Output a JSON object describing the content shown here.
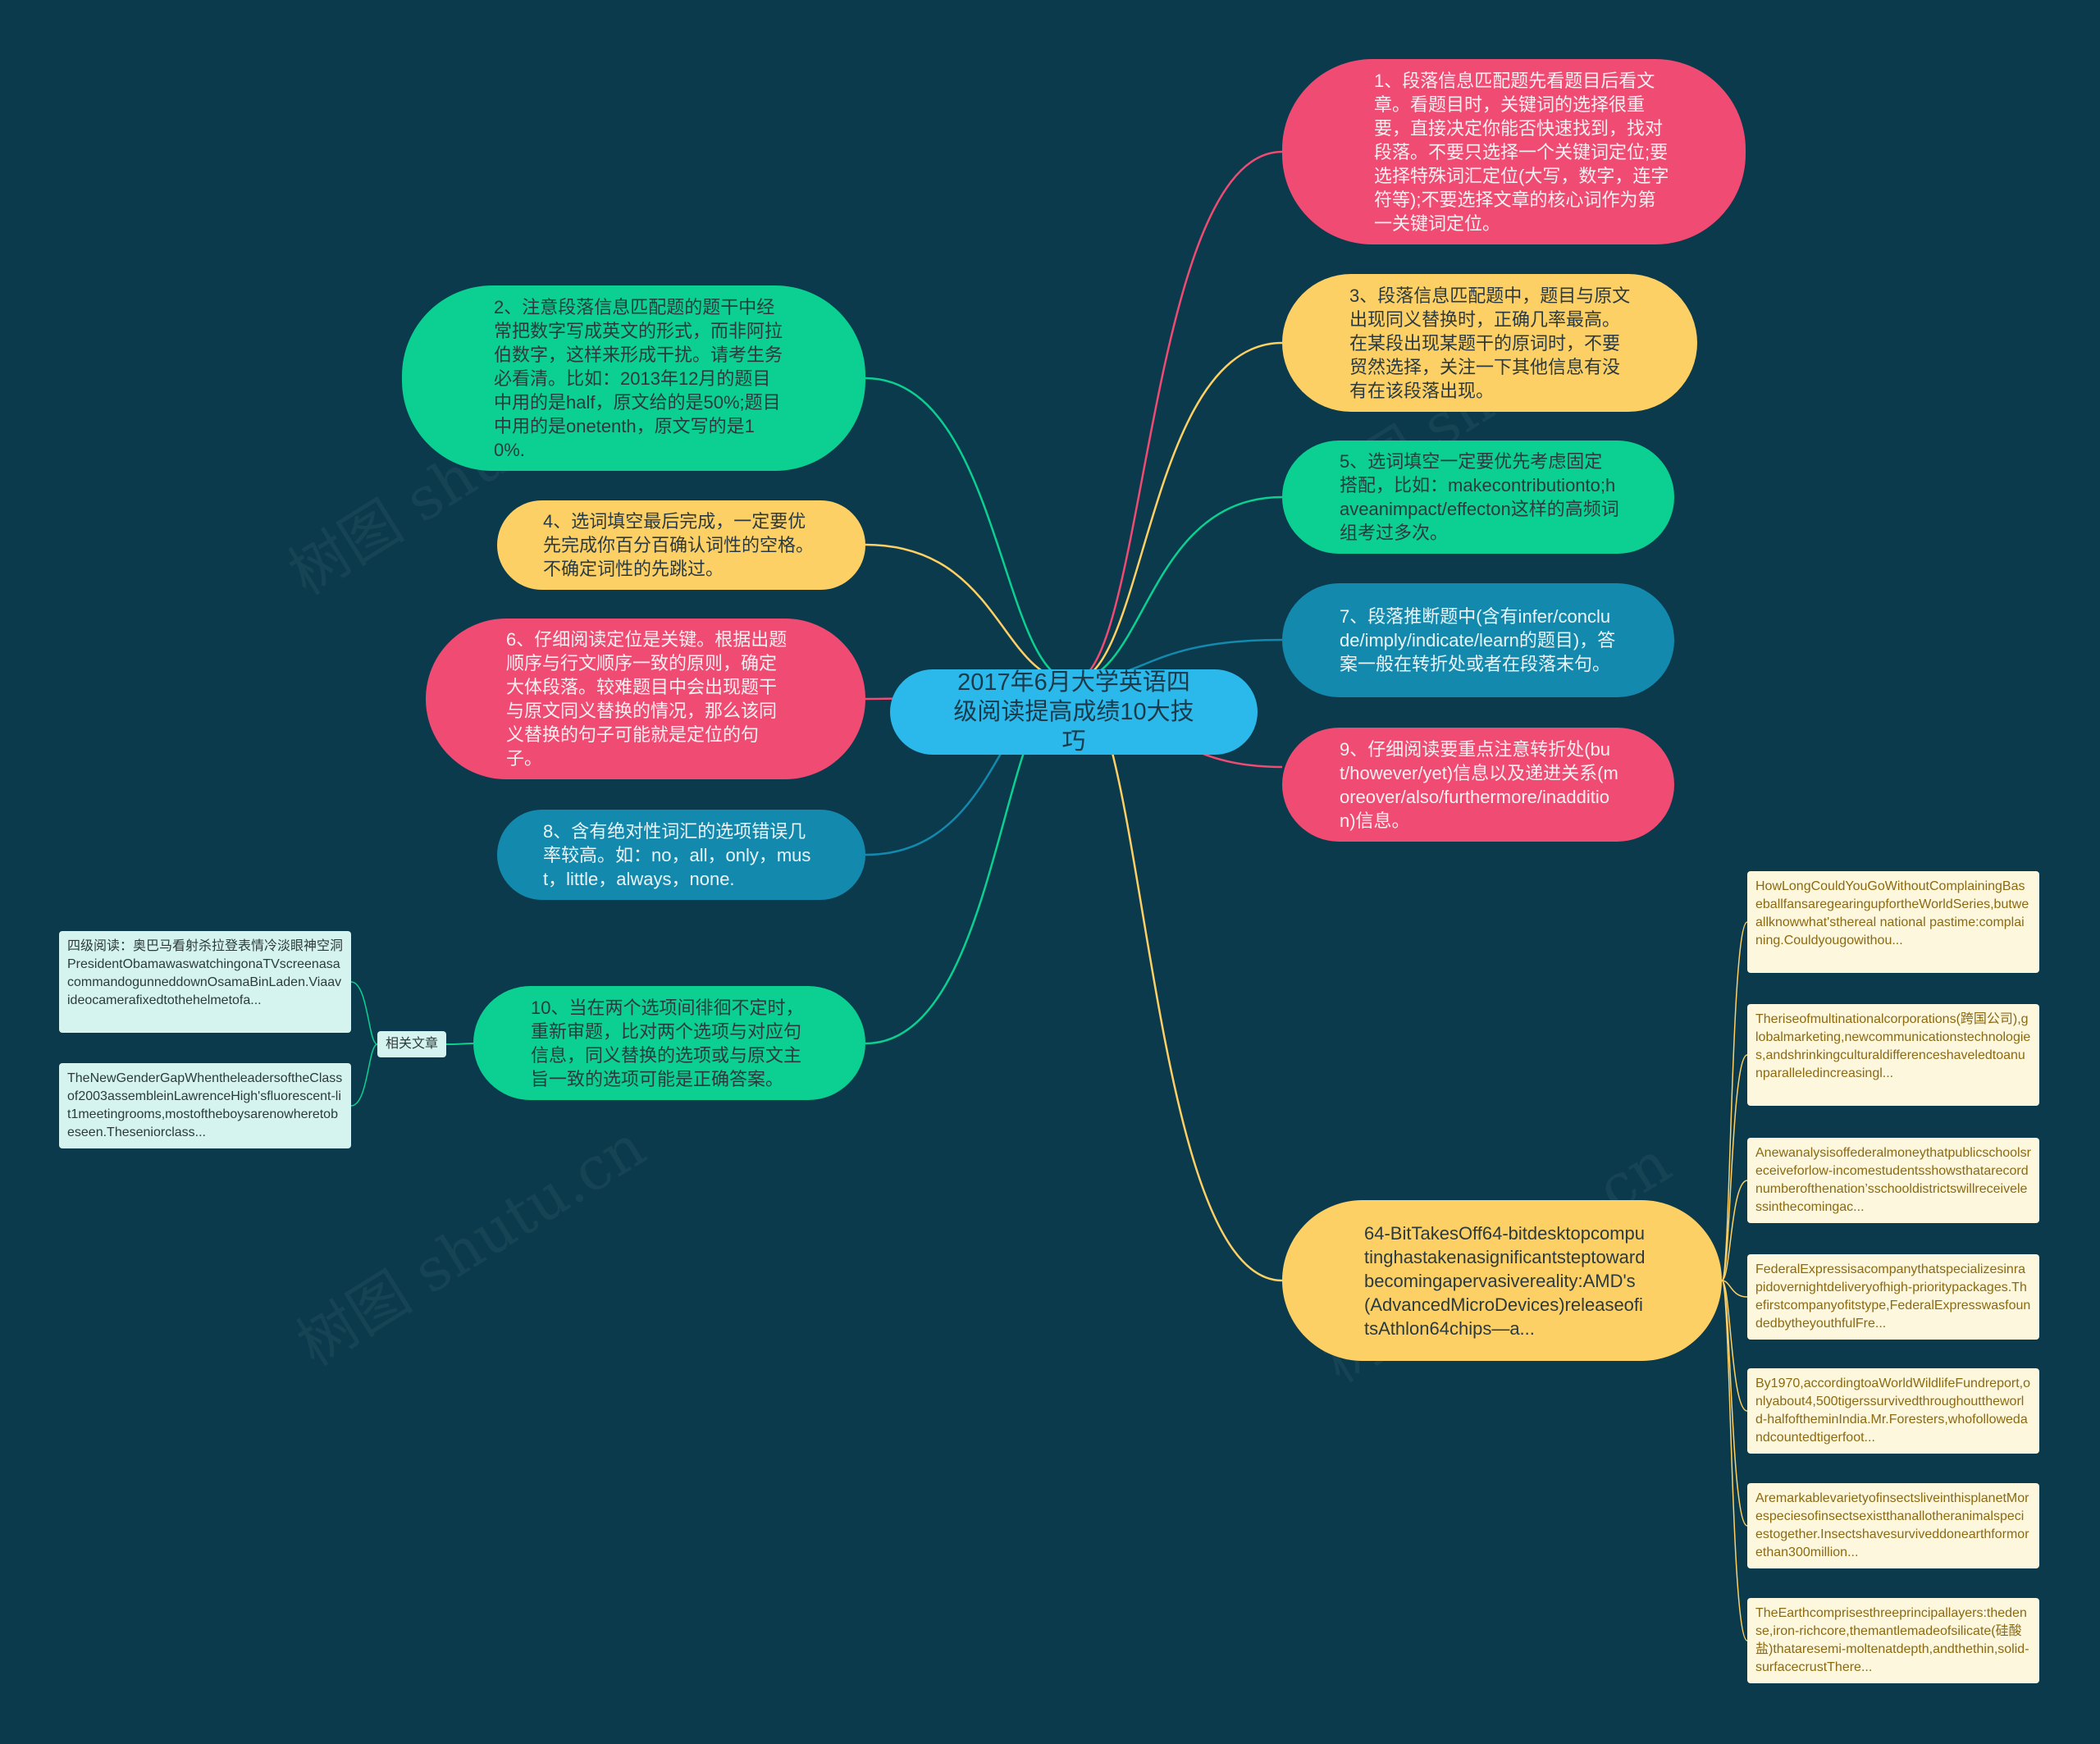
{
  "center": {
    "title": "2017年6月大学英语四级阅读提高成绩10大技巧"
  },
  "right_nodes": [
    {
      "text": "1、段落信息匹配题先看题目后看文章。看题目时，关键词的选择很重要，直接决定你能否快速找到，找对段落。不要只选择一个关键词定位;要选择特殊词汇定位(大写，数字，连字符等);不要选择文章的核心词作为第一关键词定位。",
      "color": "#ef4b73"
    },
    {
      "text": "3、段落信息匹配题中，题目与原文出现同义替换时，正确几率最高。在某段出现某题干的原词时，不要贸然选择，关注一下其他信息有没有在该段落出现。",
      "color": "#fdd065"
    },
    {
      "text": "5、选词填空一定要优先考虑固定搭配，比如：makecontributionto;haveanimpact/effecton这样的高频词组考过多次。",
      "color": "#0bd091"
    },
    {
      "text": "7、段落推断题中(含有infer/conclude/imply/indicate/learn的题目)，答案一般在转折处或者在段落末句。",
      "color": "#1389ae"
    },
    {
      "text": "9、仔细阅读要重点注意转折处(but/however/yet)信息以及递进关系(moreover/also/furthermore/inaddition)信息。",
      "color": "#ef4b73"
    },
    {
      "text": "64-BitTakesOff64-bitdesktopcomputinghastakenasignificantsteptowardbecomingapervasivereality:AMD's(AdvancedMicroDevices)releaseofitsAthlon64chips—a...",
      "color": "#fdd065"
    }
  ],
  "left_nodes": [
    {
      "text": "2、注意段落信息匹配题的题干中经常把数字写成英文的形式，而非阿拉伯数字，这样来形成干扰。请考生务必看清。比如：2013年12月的题目中用的是half，原文给的是50%;题目中用的是onetenth，原文写的是10%.",
      "color": "#0bd091"
    },
    {
      "text": "4、选词填空最后完成，一定要优先完成你百分百确认词性的空格。不确定词性的先跳过。",
      "color": "#fdd065"
    },
    {
      "text": "6、仔细阅读定位是关键。根据出题顺序与行文顺序一致的原则，确定大体段落。较难题目中会出现题干与原文同义替换的情况，那么该同义替换的句子可能就是定位的句子。",
      "color": "#ef4b73"
    },
    {
      "text": "8、含有绝对性词汇的选项错误几率较高。如：no，all，only，must，little，always，none.",
      "color": "#1389ae"
    },
    {
      "text": "10、当在两个选项间徘徊不定时，重新审题，比对两个选项与对应句信息，同义替换的选项或与原文主旨一致的选项可能是正确答案。",
      "color": "#0bd091"
    }
  ],
  "related": {
    "label": "相关文章",
    "items": [
      "四级阅读：奥巴马看射杀拉登表情冷淡眼神空洞PresidentObamawaswatchingonaTVscreenasacommandogunneddownOsamaBinLaden.Viaavideocamerafixedtothehelmetofa...",
      "TheNewGenderGapWhentheleadersoftheClassof2003assembleinLawrenceHigh'sfluorescent-lit1meetingrooms,mostoftheboysarenowheretobeseen.Theseniorclass..."
    ]
  },
  "article_leaves": [
    "HowLongCouldYouGoWithoutComplainingBaseballfansaregearingupfortheWorldSeries,butweallknowwhat'sthereal national pastime:complaining.Couldyougowithou...",
    "Theriseofmultinationalcorporations(跨国公司),globalmarketing,newcommunicationstechnologies,andshrinkingculturaldifferenceshaveledtoanunparalleledincreasingl...",
    "Anewanalysisoffederalmoneythatpublicschoolsreceiveforlow-incomestudentsshowsthatarecordnumberofthenation’sschooldistrictswillreceivelessinthecomingac...",
    "FederalExpressisacompanythatspecializesinrapidovernightdeliveryofhigh-prioritypackages.Thefirstcompanyofitstype,FederalExpresswasfoundedbytheyouthfulFre...",
    "By1970,accordingtoaWorldWildlifeFundreport,onlyabout4,500tigerssurvivedthroughouttheworld-halfoftheminIndia.Mr.Foresters,whofollowedandcountedtigerfoot...",
    "AremarkablevarietyofinsectsliveinthisplanetMorespeciesofinsectsexistthanallotheranimalspeciestogether.Insectshavesurviveddonearthformorethan300million...",
    "TheEarthcomprisesthreeprincipallayers:thedense,iron-richcore,themantlemadeofsilicate(硅酸盐)thataresemi-moltenatdepth,andthethin,solid-surfacecrustThere..."
  ],
  "watermark": "树图 shutu.cn"
}
